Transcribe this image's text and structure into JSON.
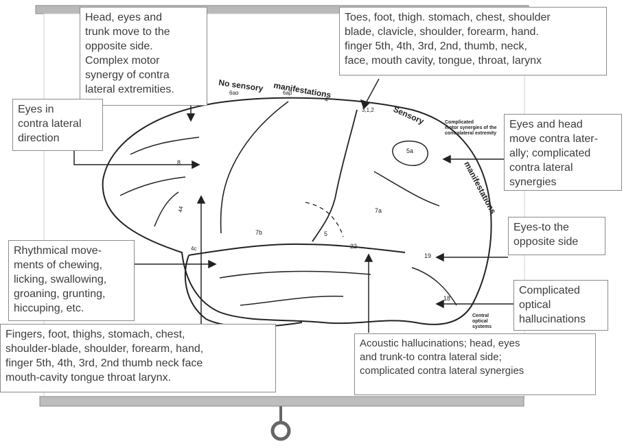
{
  "callouts": {
    "top_center": "Head, eyes and\ntrunk move to the\nopposite side.\nComplex motor\nsynergy of contra\nlateral extremities.",
    "top_right": "Toes, foot, thigh. stomach, chest, shoulder\nblade, clavicle, shoulder, forearm, hand.\nfinger 5th, 4th, 3rd, 2nd, thumb, neck,\nface, mouth cavity, tongue, throat, larynx",
    "left_upper": "Eyes in\ncontra lateral\ndirection",
    "right_upper": "Eyes and head\nmove contra later-\nally; complicated\ncontra lateral\nsynergies",
    "right_mid": "Eyes-to the\nopposite side",
    "left_mid": "Rhythmical move-\nments of chewing,\nlicking, swallowing,\ngroaning, grunting,\nhiccuping, etc.",
    "right_lower": "Complicated\noptical\nhallucinations",
    "bottom_left": "Fingers, foot, thighs, stomach, chest,\nshoulder-blade, shoulder, forearm, hand,\nfinger 5th, 4th, 3rd, 2nd thumb neck face\nmouth-cavity tongue throat larynx.",
    "bottom_right": "Acoustic hallucinations; head, eyes\nand trunk-to contra lateral side;\ncomplicated contra lateral synergies"
  },
  "brain_labels": {
    "no_sensory": "No sensory",
    "manifestations_top": "manifestations",
    "sensory": "Sensory",
    "manifestations_right": "manifestations",
    "motor_synergies": "Complicated\nmotor synergies of the\ncontralateral extremity",
    "central_optical": "Central\noptical\nsystems",
    "area_6a_alpha": "6aα",
    "area_6a_beta": "6aβ",
    "area_4": "4",
    "area_312": "3,1,2",
    "area_5a": "5a",
    "area_8": "8",
    "area_44": "44",
    "area_7a": "7a",
    "area_7b": "7b",
    "area_5": "5",
    "area_22": "22",
    "area_19": "19",
    "area_18": "18",
    "area_4c": "4c"
  }
}
